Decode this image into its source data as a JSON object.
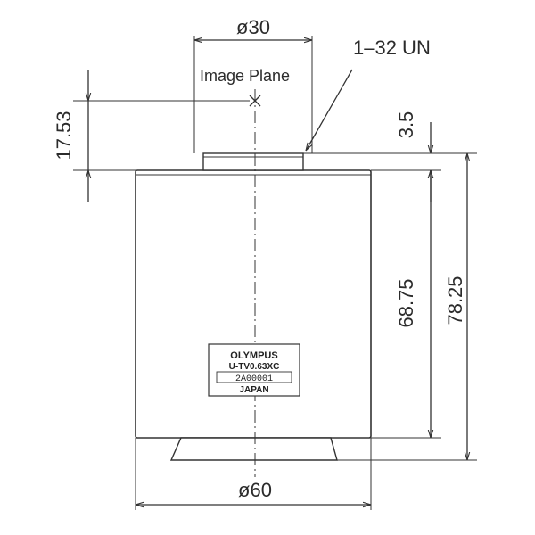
{
  "dimensions": {
    "dia_top": "ø30",
    "dia_bottom": "ø60",
    "thread": "1–32 UN",
    "image_plane_offset": "17.53",
    "mount_height": "3.5",
    "body_height": "68.75",
    "total_height": "78.25"
  },
  "labels": {
    "image_plane": "Image Plane"
  },
  "nameplate": {
    "brand": "OLYMPUS",
    "model": "U-TV0.63XC",
    "serial": "2A00001",
    "origin": "JAPAN"
  }
}
